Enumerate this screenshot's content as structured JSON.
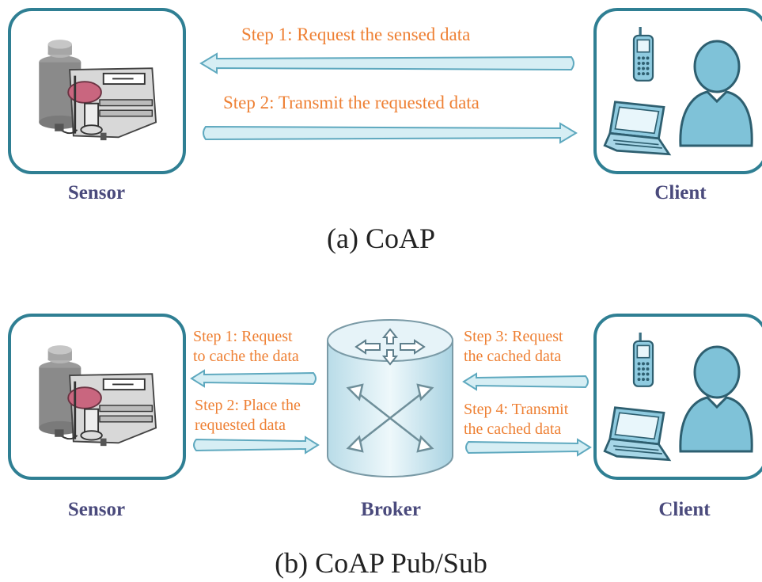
{
  "diagram_a": {
    "caption": "(a) CoAP",
    "sensor_label": "Sensor",
    "client_label": "Client",
    "step1": "Step 1: Request the sensed data",
    "step2": "Step 2: Transmit the requested data"
  },
  "diagram_b": {
    "caption": "(b) CoAP Pub/Sub",
    "sensor_label": "Sensor",
    "broker_label": "Broker",
    "client_label": "Client",
    "step1_line1": "Step 1: Request",
    "step1_line2": "to cache the data",
    "step2_line1": "Step 2: Place the",
    "step2_line2": "requested data",
    "step3_line1": "Step 3: Request",
    "step3_line2": "the cached data",
    "step4_line1": "Step 4: Transmit",
    "step4_line2": "the cached data"
  },
  "colors": {
    "box_border": "#2f7f93",
    "step_text": "#ee8034",
    "node_label": "#4a4a7c",
    "arrow_fill": "#d6eef4",
    "arrow_stroke": "#5fa9bf",
    "person": "#7fc2d8"
  },
  "icons": [
    "sensor-device-icon",
    "mobile-phone-icon",
    "laptop-icon",
    "user-icon",
    "router-icon"
  ]
}
